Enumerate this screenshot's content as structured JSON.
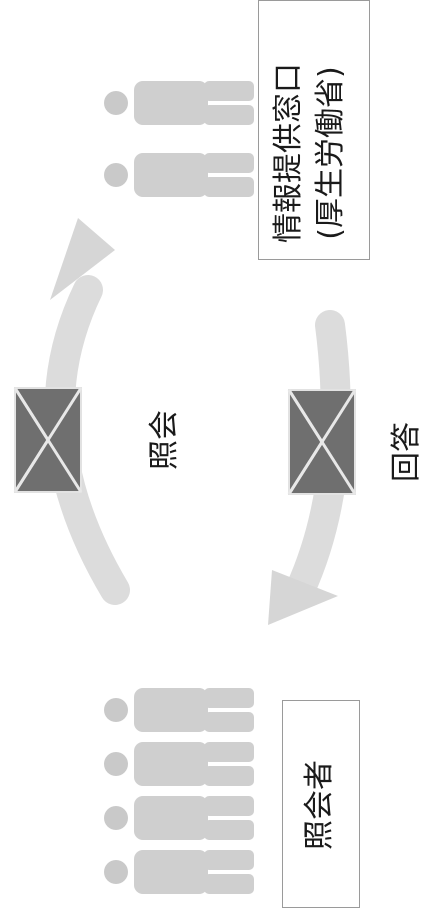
{
  "labels": {
    "inquiry": "照会",
    "answer": "回答",
    "inquirer": "照会者",
    "provider_line1": "情報提供窓口",
    "provider_line2": "(厚生労働省)"
  },
  "icons": {
    "provider_people": "person-icon",
    "inquirer_people": "person-icon",
    "mail": "envelope-icon"
  },
  "colors": {
    "person": "#c9c9c9",
    "arrow": "#d6d6d6",
    "envelope_fill": "#6f6f6f",
    "envelope_lines": "#e8e8e8",
    "box_border": "#9a9a9a"
  }
}
